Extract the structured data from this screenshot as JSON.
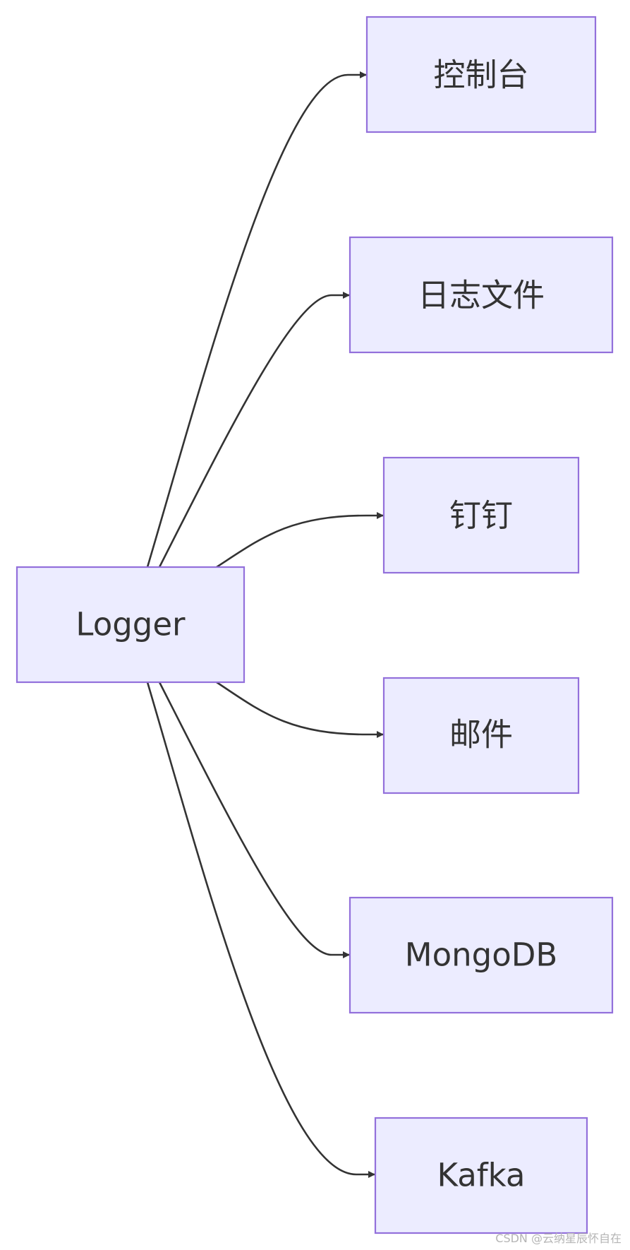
{
  "diagram": {
    "type": "flowchart",
    "direction": "left-to-right",
    "colors": {
      "node_fill": "#ececff",
      "node_stroke": "#9370db",
      "edge": "#333333",
      "text": "#333333"
    },
    "source": {
      "id": "logger",
      "label": "Logger"
    },
    "targets": [
      {
        "id": "console",
        "label": "控制台"
      },
      {
        "id": "log-file",
        "label": "日志文件"
      },
      {
        "id": "dingtalk",
        "label": "钉钉"
      },
      {
        "id": "email",
        "label": "邮件"
      },
      {
        "id": "mongodb",
        "label": "MongoDB"
      },
      {
        "id": "kafka",
        "label": "Kafka"
      }
    ],
    "edges": [
      {
        "from": "logger",
        "to": "console"
      },
      {
        "from": "logger",
        "to": "log-file"
      },
      {
        "from": "logger",
        "to": "dingtalk"
      },
      {
        "from": "logger",
        "to": "email"
      },
      {
        "from": "logger",
        "to": "mongodb"
      },
      {
        "from": "logger",
        "to": "kafka"
      }
    ]
  },
  "watermark": "CSDN @云纳星辰怀自在"
}
